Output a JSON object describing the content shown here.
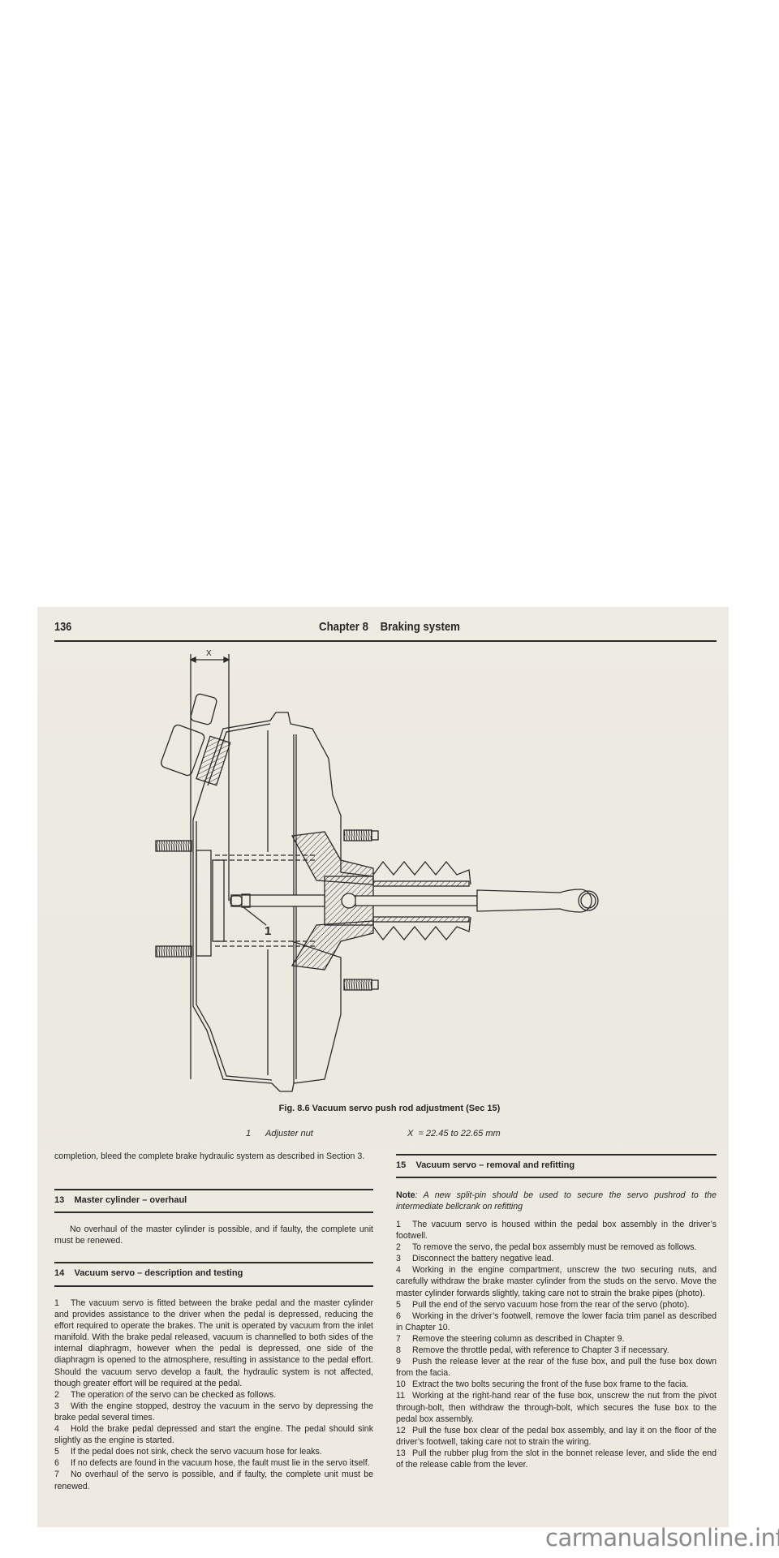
{
  "header": {
    "page_number": "136",
    "chapter": "Chapter 8    Braking system"
  },
  "figure": {
    "dimension_label": "X",
    "callout": "1",
    "caption": "Fig. 8.6 Vacuum servo push rod adjustment (Sec 15)",
    "legend_item": "1      Adjuster nut",
    "legend_dimension": "X  = 22.45 to 22.65 mm"
  },
  "left_column": {
    "continuation": "completion, bleed the complete brake hydraulic system as described in Section 3.",
    "section13": {
      "heading": "13    Master cylinder – overhaul",
      "body": "No overhaul of the master cylinder is possible, and if faulty, the complete unit must be renewed."
    },
    "section14": {
      "heading": "14    Vacuum servo – description and testing",
      "items": [
        {
          "n": "1",
          "text": "The vacuum servo is fitted between the brake pedal and the master cylinder and provides assistance to the driver when the pedal is depressed, reducing the effort required to operate the brakes. The unit is operated by vacuum from the inlet manifold. With the brake pedal released, vacuum is channelled to both sides of the internal diaphragm, however when the pedal is depressed, one side of the diaphragm is opened to the atmosphere, resulting in assistance to the pedal effort. Should the vacuum servo develop a fault, the hydraulic system is not affected, though greater effort will be required at the pedal."
        },
        {
          "n": "2",
          "text": "The operation of the servo can be checked as follows."
        },
        {
          "n": "3",
          "text": "With the engine stopped, destroy the vacuum in the servo by depressing the brake pedal several times."
        },
        {
          "n": "4",
          "text": "Hold the brake pedal depressed and start the engine. The pedal should sink slightly as the engine is started."
        },
        {
          "n": "5",
          "text": "If the pedal does not sink, check the servo vacuum hose for leaks."
        },
        {
          "n": "6",
          "text": "If no defects are found in the vacuum hose, the fault must lie in the servo itself."
        },
        {
          "n": "7",
          "text": "No overhaul of the servo is possible, and if faulty, the complete unit must be renewed."
        }
      ]
    }
  },
  "right_column": {
    "section15": {
      "heading": "15    Vacuum servo – removal and refitting",
      "note_label": "Note",
      "note_text": ": A new split-pin should be used to secure the servo pushrod to the intermediate bellcrank on refitting",
      "items": [
        {
          "n": "1",
          "text": "The vacuum servo is housed within the pedal box assembly in the driver’s footwell."
        },
        {
          "n": "2",
          "text": "To remove the servo, the pedal box assembly must be removed as follows."
        },
        {
          "n": "3",
          "text": "Disconnect the battery negative lead."
        },
        {
          "n": "4",
          "text": "Working in the engine compartment, unscrew the two securing nuts, and carefully withdraw the brake master cylinder from the studs on the servo. Move the master cylinder forwards slightly, taking care not to strain the brake pipes (photo)."
        },
        {
          "n": "5",
          "text": "Pull the end of the servo vacuum hose from the rear of the servo (photo)."
        },
        {
          "n": "6",
          "text": "Working in the driver’s footwell, remove the lower facia trim panel as described in Chapter 10."
        },
        {
          "n": "7",
          "text": "Remove the steering column as described in Chapter 9."
        },
        {
          "n": "8",
          "text": "Remove the throttle pedal, with reference to Chapter 3 if necessary."
        },
        {
          "n": "9",
          "text": "Push the release lever at the rear of the fuse box, and pull the fuse box down from the facia."
        },
        {
          "n": "10",
          "text": "Extract the two bolts securing the front of the fuse box frame to the facia."
        },
        {
          "n": "11",
          "text": "Working at the right-hand rear of the fuse box, unscrew the nut from the pivot through-bolt, then withdraw the through-bolt, which secures the fuse box to the pedal box assembly."
        },
        {
          "n": "12",
          "text": "Pull the fuse box clear of the pedal box assembly, and lay it on the floor of the driver’s footwell, taking care not to strain the wiring."
        },
        {
          "n": "13",
          "text": "Pull the rubber plug from the slot in the bonnet release lever, and slide the end of the release cable from the lever."
        }
      ]
    }
  },
  "watermark": "carmanualsonline.info",
  "colors": {
    "paper": "#eeebe3",
    "ink": "#262626",
    "watermark": "#8a8a8a"
  }
}
